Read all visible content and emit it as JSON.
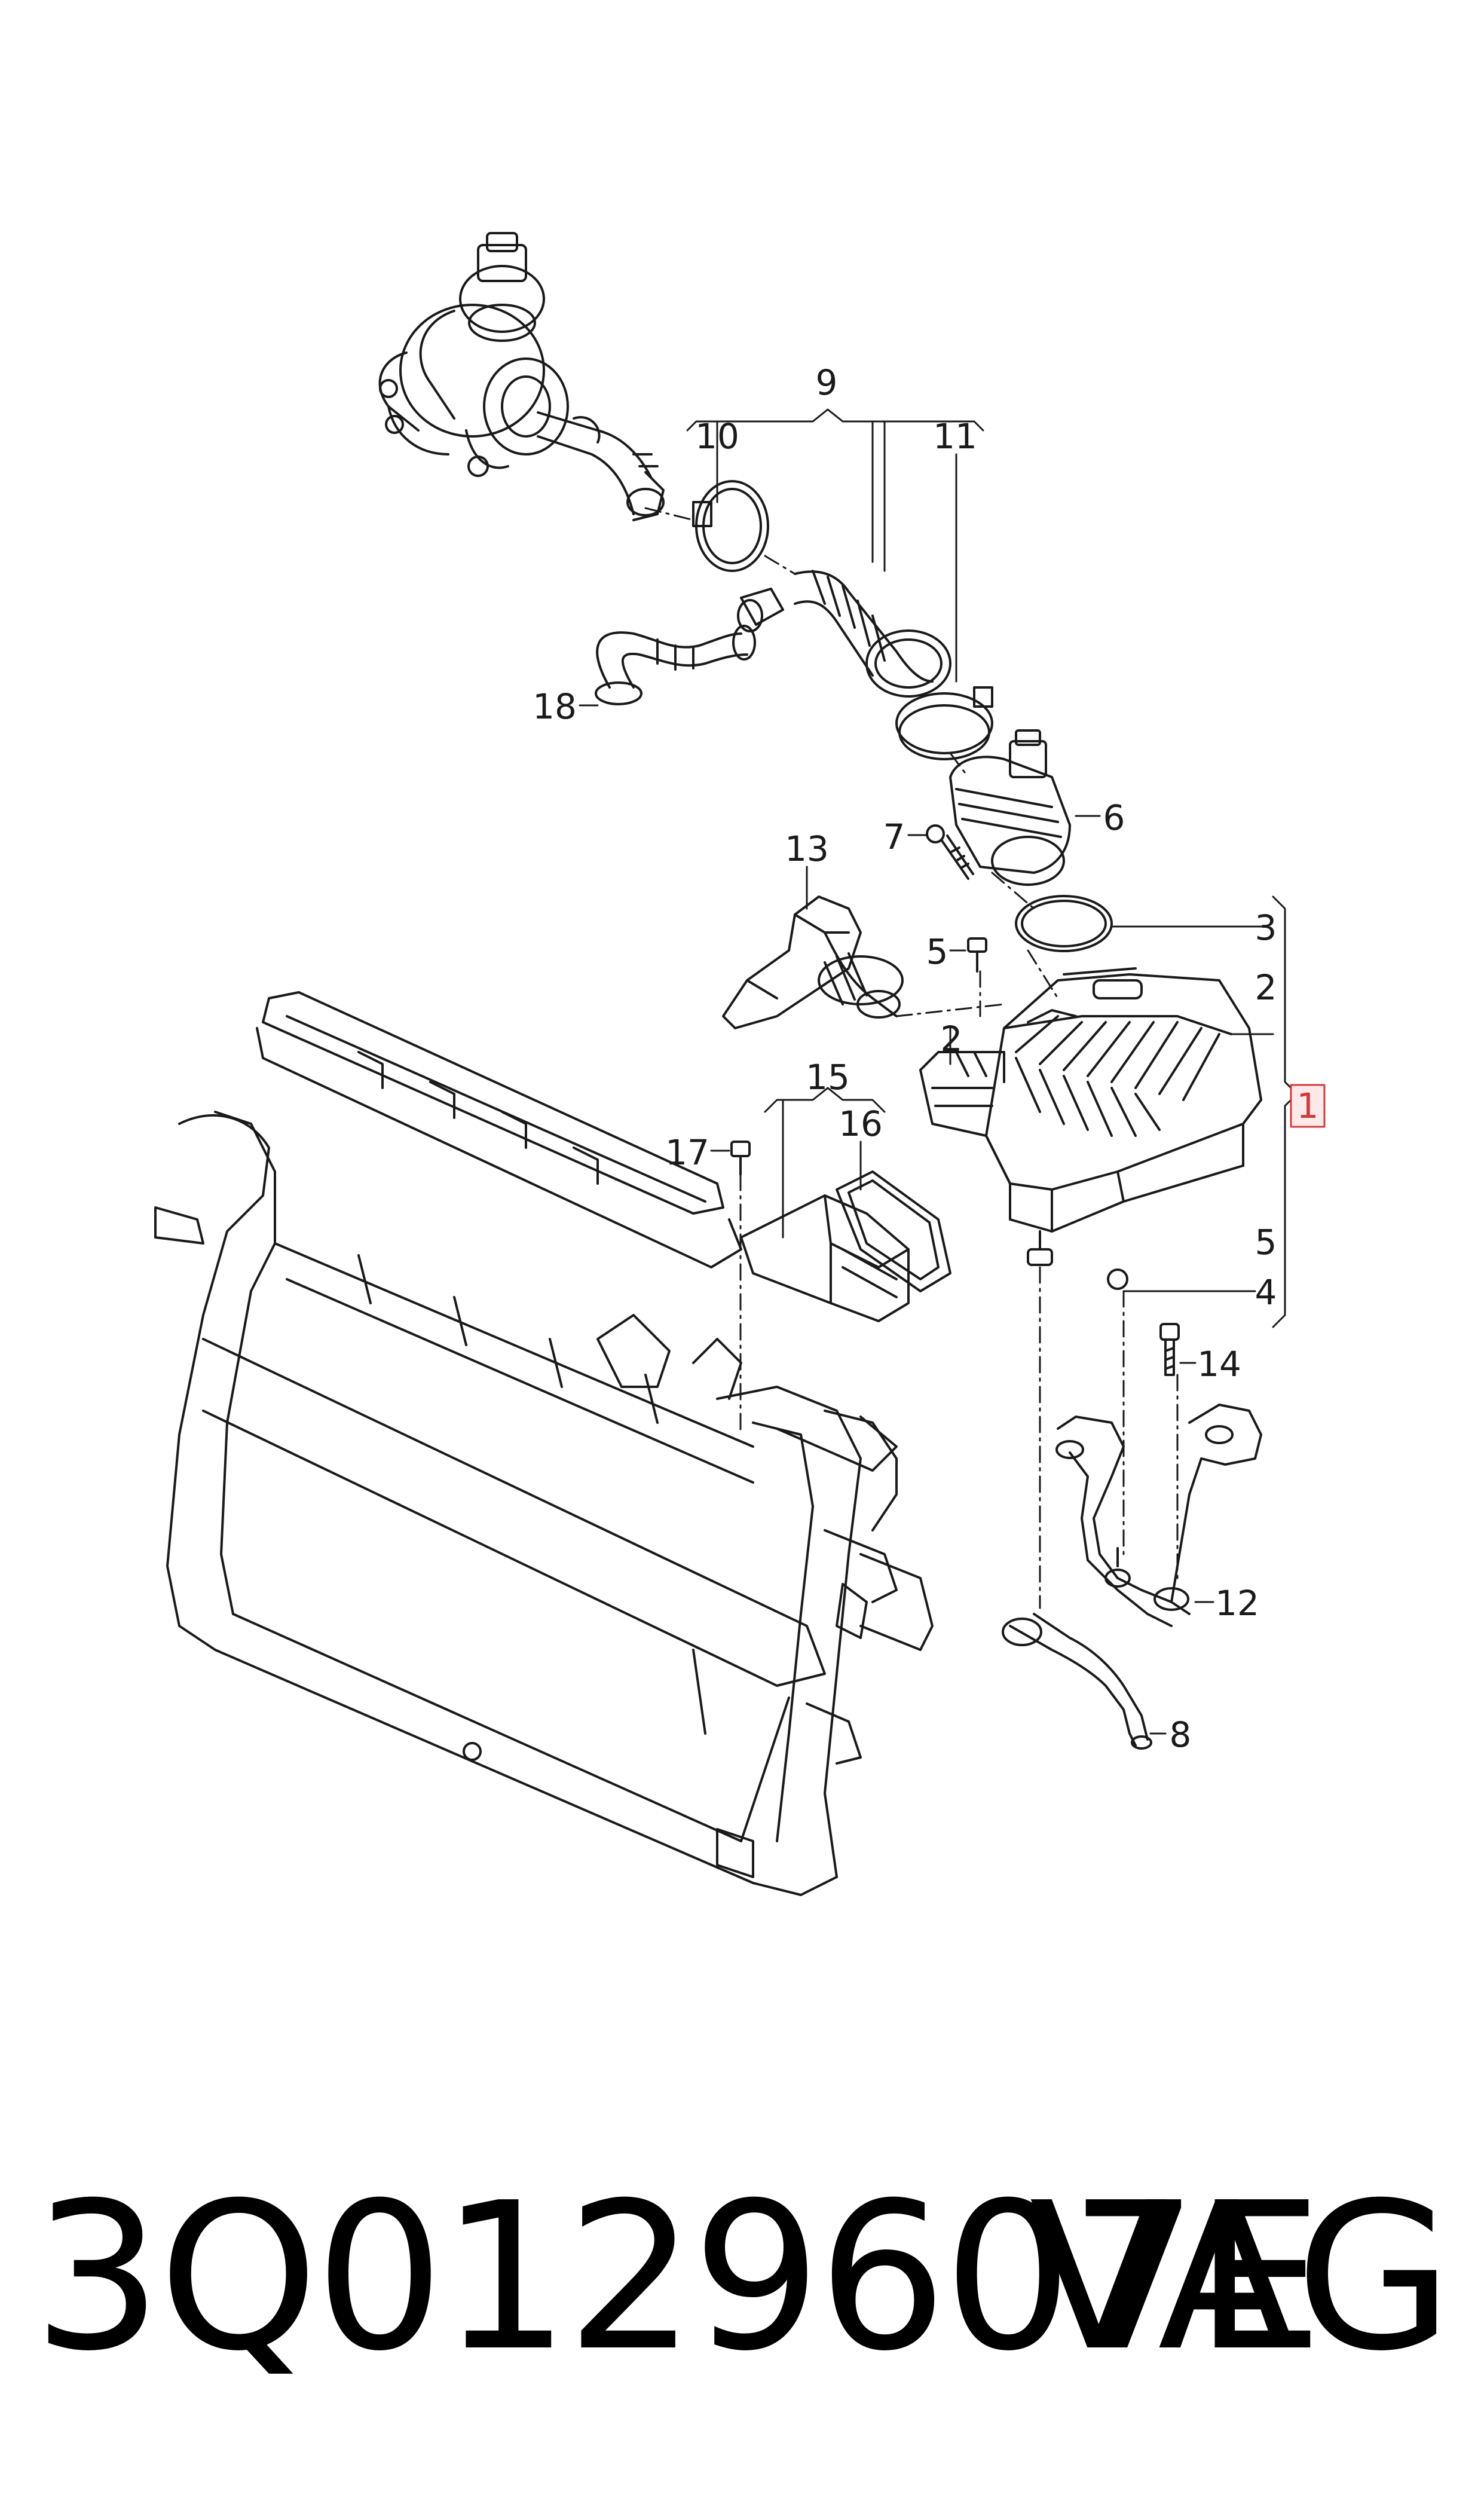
{
  "diagram": {
    "labels": [
      "9",
      "10",
      "11",
      "18",
      "7",
      "6",
      "13",
      "5",
      "3",
      "2",
      "2",
      "1",
      "5",
      "4",
      "15",
      "16",
      "17",
      "14",
      "12",
      "8"
    ]
  },
  "caption": {
    "part_number": "3Q0129607E",
    "brand": "VAG"
  },
  "colors": {
    "ink": "#1a1a1a",
    "highlight": "#d13b3b",
    "highlight_fill": "#fde8ea"
  }
}
